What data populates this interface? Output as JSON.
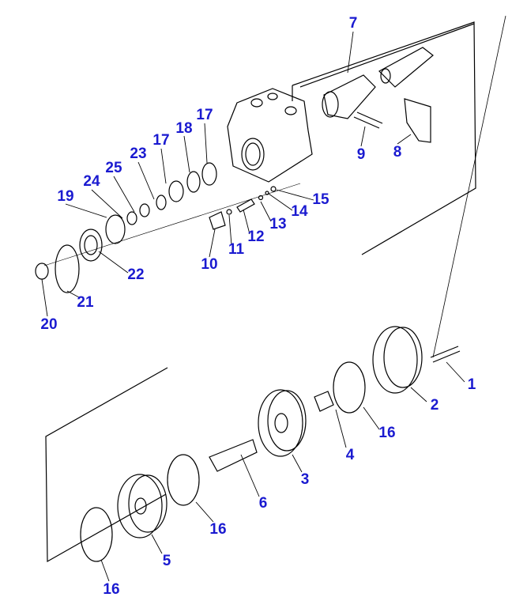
{
  "label_color": "#1a1ad0",
  "callouts": [
    "7",
    "9",
    "8",
    "17",
    "18",
    "17",
    "23",
    "25",
    "24",
    "19",
    "15",
    "14",
    "13",
    "12",
    "11",
    "10",
    "22",
    "21",
    "20",
    "1",
    "2",
    "16",
    "4",
    "3",
    "6",
    "16",
    "5",
    "16"
  ]
}
